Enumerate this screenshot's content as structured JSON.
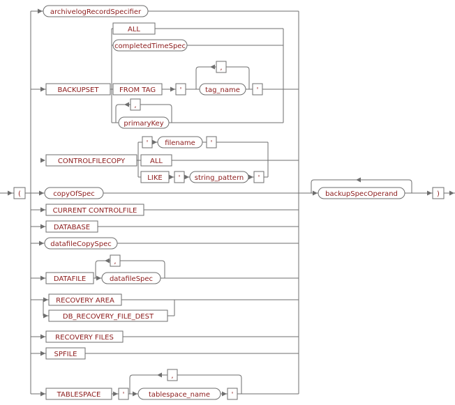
{
  "colors": {
    "text": "#8b1a1a",
    "line": "#6e6e6e",
    "background": "#ffffff"
  },
  "punctuation": {
    "left_paren": "(",
    "right_paren": ")",
    "quote": "'",
    "comma": ","
  },
  "terminals": {
    "all": "ALL",
    "backupset": "BACKUPSET",
    "from_tag": "FROM TAG",
    "controlfilecopy": "CONTROLFILECOPY",
    "like": "LIKE",
    "current_controlfile": "CURRENT CONTROLFILE",
    "database": "DATABASE",
    "datafile": "DATAFILE",
    "recovery_area": "RECOVERY AREA",
    "db_recovery_file_dest": "DB_RECOVERY_FILE_DEST",
    "recovery_files": "RECOVERY FILES",
    "spfile": "SPFILE",
    "tablespace": "TABLESPACE"
  },
  "nonterminals": {
    "archivelog_record_specifier": "archivelogRecordSpecifier",
    "completed_time_spec": "completedTimeSpec",
    "tag_name": "tag_name",
    "primary_key": "primaryKey",
    "filename": "filename",
    "string_pattern": "string_pattern",
    "copy_of_spec": "copyOfSpec",
    "datafile_copy_spec": "datafileCopySpec",
    "datafile_spec": "datafileSpec",
    "tablespace_name": "tablespace_name",
    "backup_spec_operand": "backupSpecOperand"
  }
}
